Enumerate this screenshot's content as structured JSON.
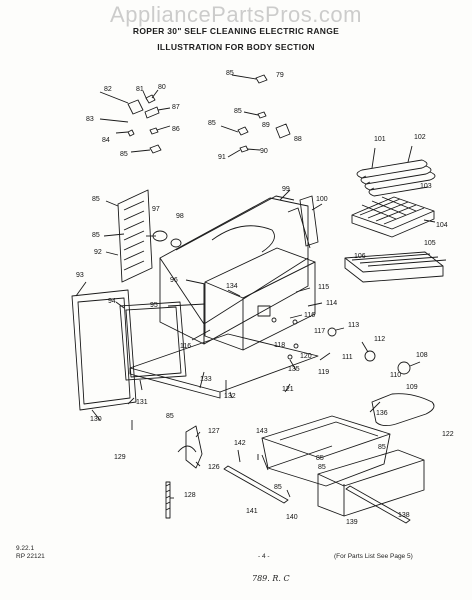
{
  "header": {
    "watermark": "AppliancePartsPros.com",
    "title_line1": "ROPER 30\" SELF CLEANING ELECTRIC RANGE",
    "title_line2": "ILLUSTRATION FOR BODY SECTION"
  },
  "callouts": {
    "c79": "79",
    "c80": "80",
    "c81": "81",
    "c82": "82",
    "c83": "83",
    "c84": "84",
    "c85a": "85",
    "c85b": "85",
    "c85c": "85",
    "c85d": "85",
    "c85e": "85",
    "c85f": "85",
    "c85g": "85",
    "c85h": "85",
    "c85i": "85",
    "c85j": "85",
    "c85k": "85",
    "c86": "86",
    "c87": "87",
    "c88": "88",
    "c89": "89",
    "c90": "90",
    "c91": "91",
    "c92": "92",
    "c93": "93",
    "c94": "94",
    "c95": "95",
    "c96": "96",
    "c97": "97",
    "c98": "98",
    "c99": "99",
    "c100": "100",
    "c101": "101",
    "c102": "102",
    "c103": "103",
    "c104": "104",
    "c105": "105",
    "c106": "106",
    "c108": "108",
    "c109": "109",
    "c110": "110",
    "c111": "111",
    "c112": "112",
    "c113": "113",
    "c114": "114",
    "c115": "115",
    "c116a": "116",
    "c116b": "116",
    "c117": "117",
    "c118": "118",
    "c119": "119",
    "c120": "120",
    "c121": "121",
    "c122": "122",
    "c126": "126",
    "c127": "127",
    "c128": "128",
    "c129": "129",
    "c130": "130",
    "c131": "131",
    "c132": "132",
    "c133": "133",
    "c134": "134",
    "c135": "135",
    "c136": "136",
    "c138": "138",
    "c139": "139",
    "c140": "140",
    "c141": "141",
    "c142": "142",
    "c143": "143"
  },
  "footer": {
    "left_line1": "9.22.1",
    "left_line2": "RP 22121",
    "page": "- 4 -",
    "right": "(For Parts List See Page 5)",
    "handwriting": "789. R. C"
  }
}
